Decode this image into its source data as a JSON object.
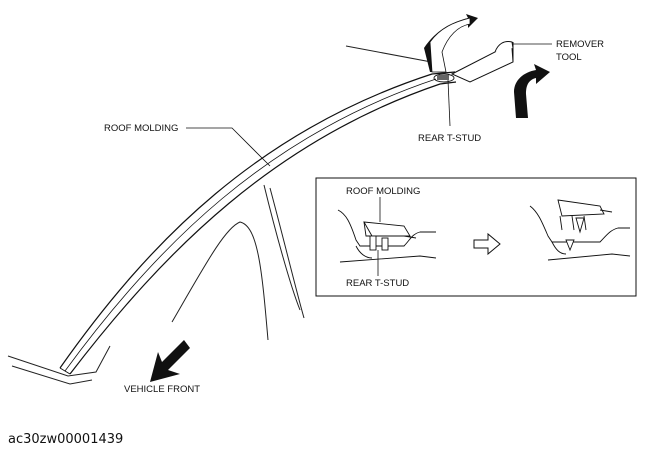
{
  "labels": {
    "roof_molding": "ROOF MOLDING",
    "rear_t_stud": "REAR T-STUD",
    "remover_tool_line1": "REMOVER",
    "remover_tool_line2": "TOOL",
    "vehicle_front": "VEHICLE FRONT"
  },
  "inset": {
    "roof_molding": "ROOF MOLDING",
    "rear_t_stud": "REAR T-STUD"
  },
  "figure_code": "ac30zw00001439"
}
